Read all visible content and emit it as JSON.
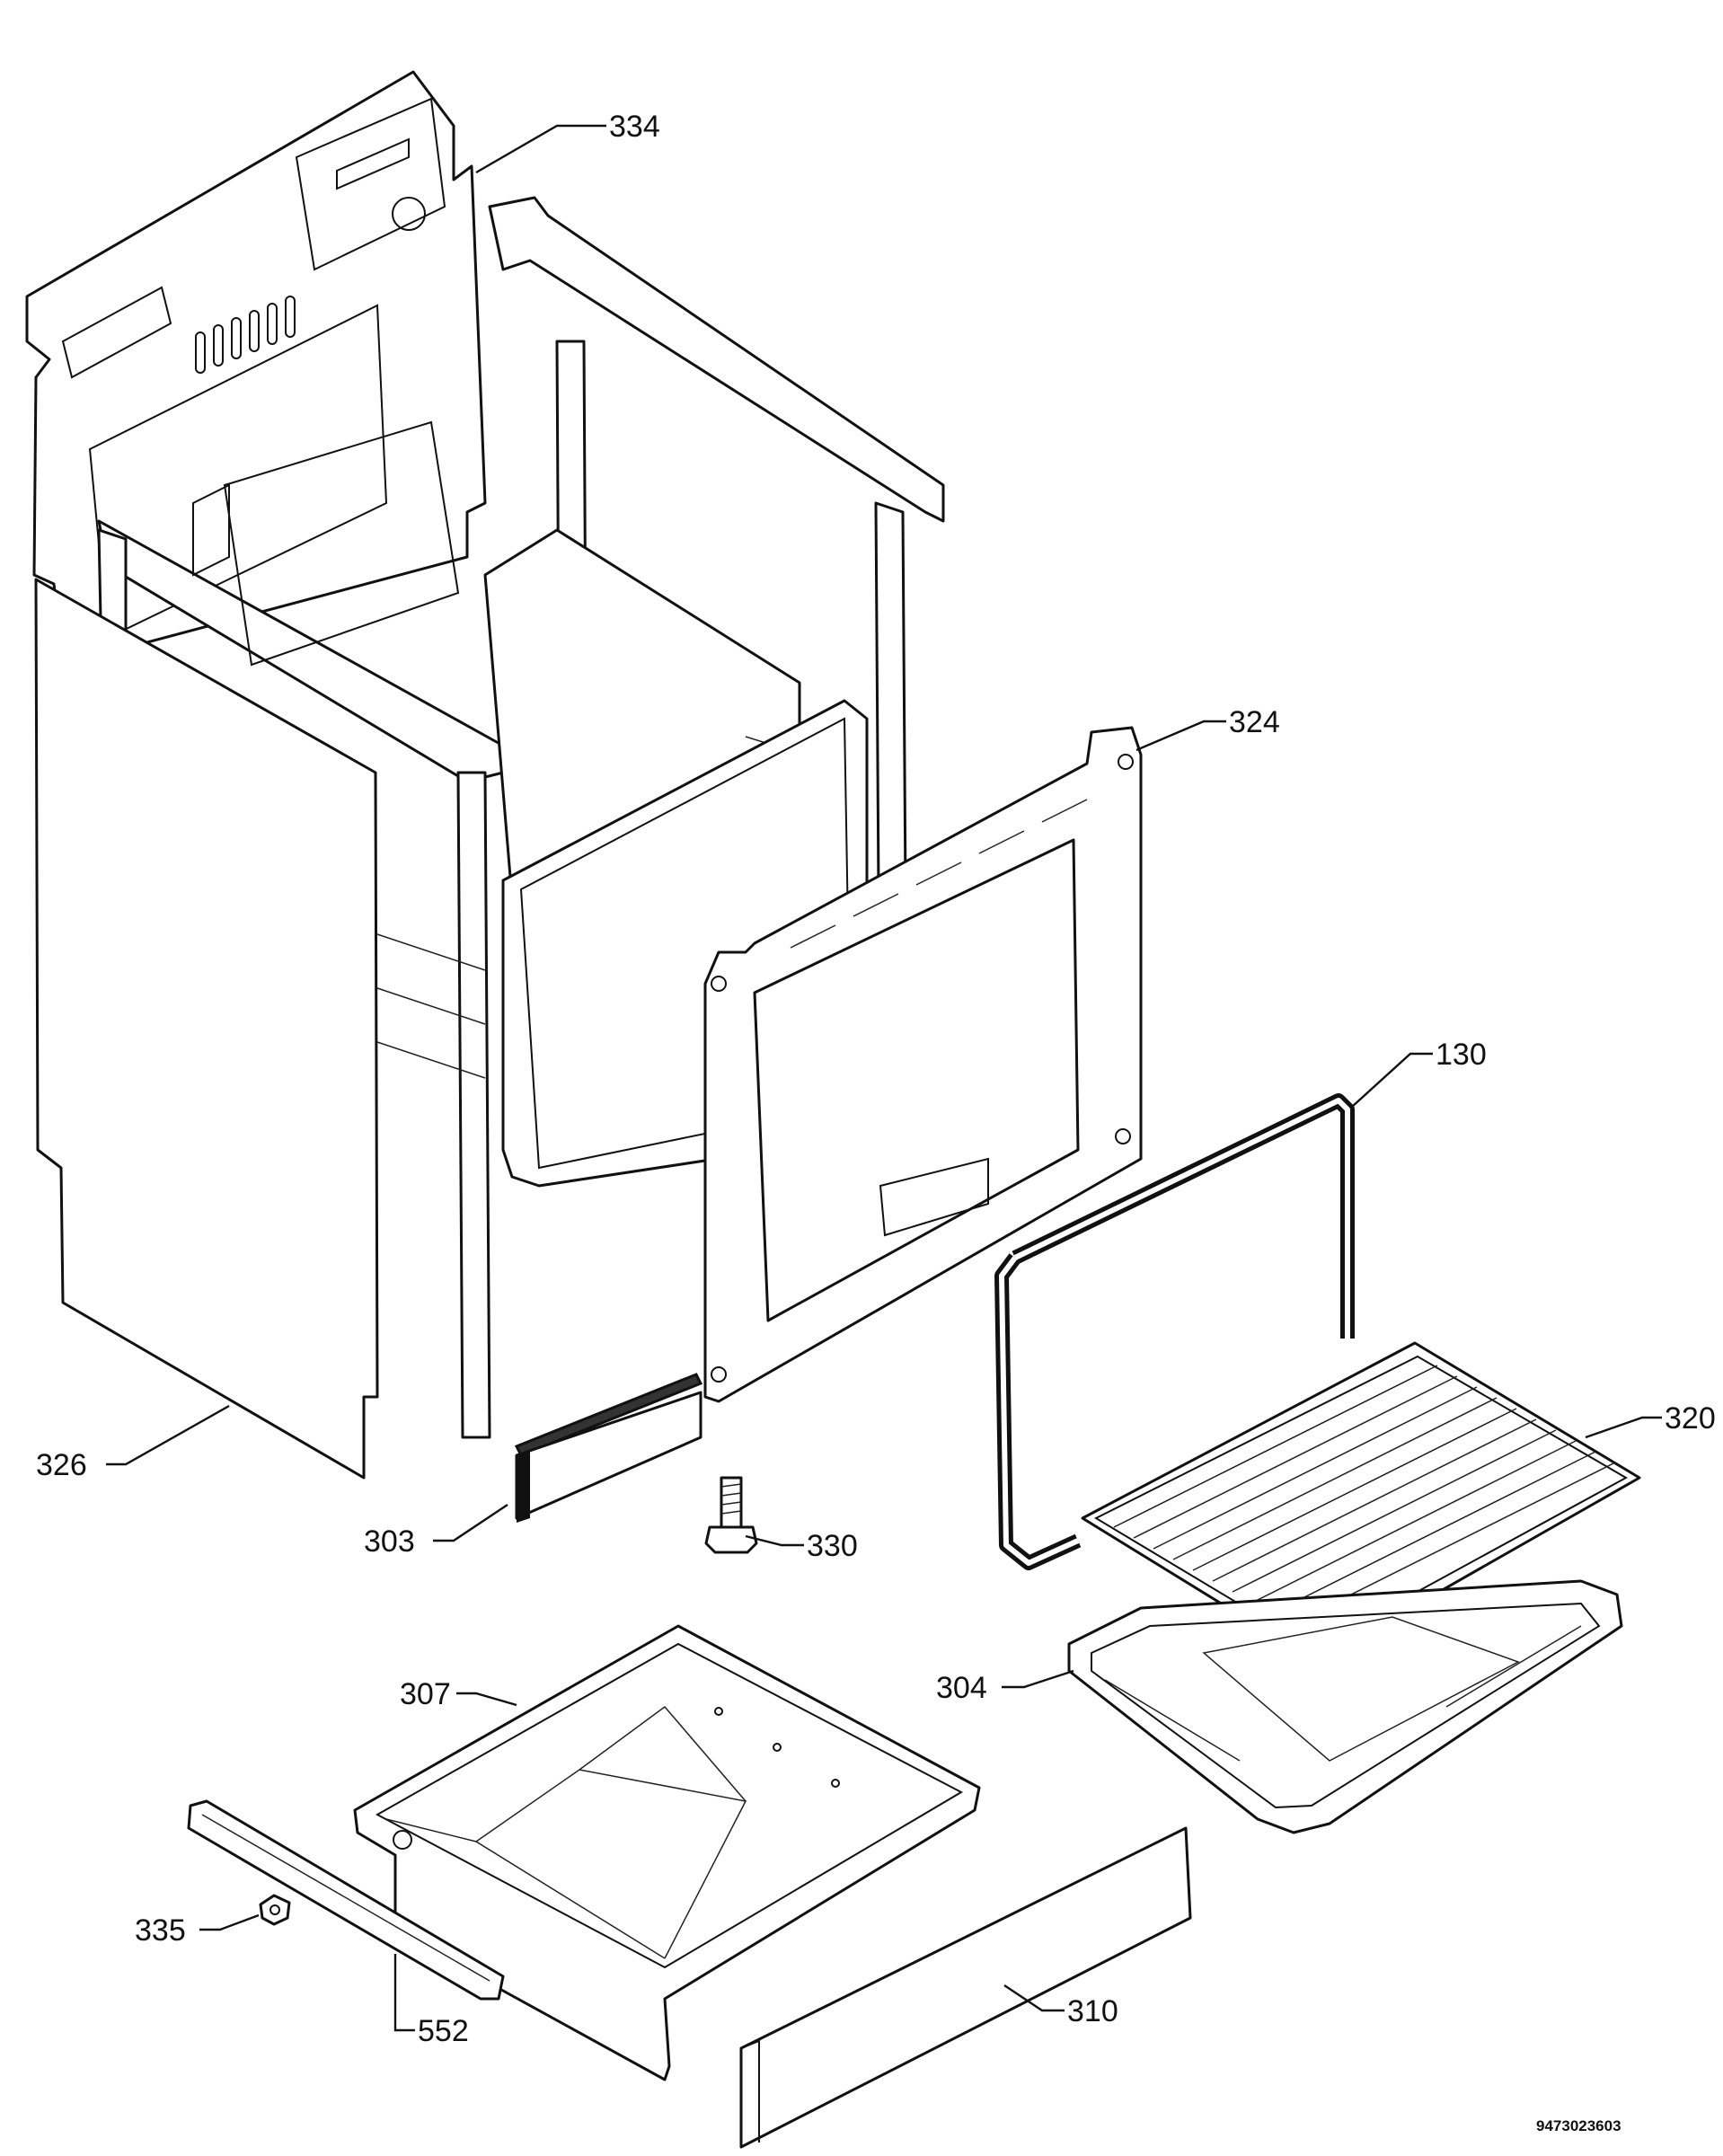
{
  "parts": [
    {
      "id": "334",
      "label": "334"
    },
    {
      "id": "324",
      "label": "324"
    },
    {
      "id": "130",
      "label": "130"
    },
    {
      "id": "320",
      "label": "320"
    },
    {
      "id": "326",
      "label": "326"
    },
    {
      "id": "303",
      "label": "303"
    },
    {
      "id": "330",
      "label": "330"
    },
    {
      "id": "304",
      "label": "304"
    },
    {
      "id": "307",
      "label": "307"
    },
    {
      "id": "335",
      "label": "335"
    },
    {
      "id": "552",
      "label": "552"
    },
    {
      "id": "310",
      "label": "310"
    }
  ],
  "document_id": "9473023603"
}
